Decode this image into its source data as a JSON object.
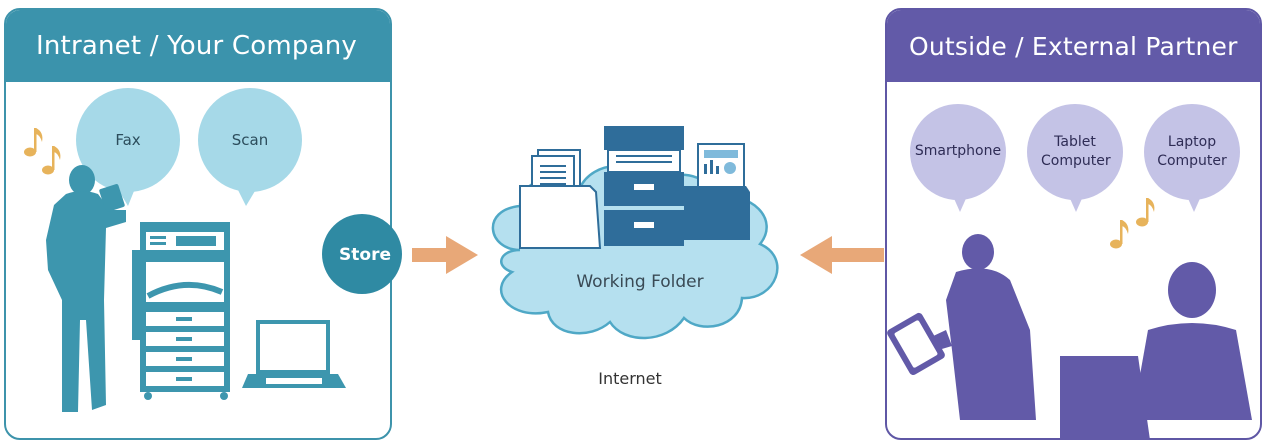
{
  "left_panel": {
    "title": "Intranet / Your Company",
    "bubbles": [
      "Fax",
      "Scan"
    ]
  },
  "store_label": "Store",
  "cloud": {
    "label": "Working Folder",
    "network_label": "Internet"
  },
  "right_panel": {
    "title": "Outside / External Partner",
    "bubbles": [
      "Smartphone",
      "Tablet Computer",
      "Laptop Computer"
    ]
  },
  "colors": {
    "teal": "#3b93ac",
    "light_teal": "#a6d9e8",
    "purple": "#625aa8",
    "light_purple": "#c4c3e6",
    "arrow": "#e8a878",
    "cloud_fill": "#b5e0ef",
    "note_gold": "#e7b35b"
  },
  "icons": [
    "music-note-icon",
    "person-silhouette-icon",
    "printer-icon",
    "laptop-icon",
    "cloud-icon",
    "file-cabinet-icon",
    "tablet-icon"
  ]
}
